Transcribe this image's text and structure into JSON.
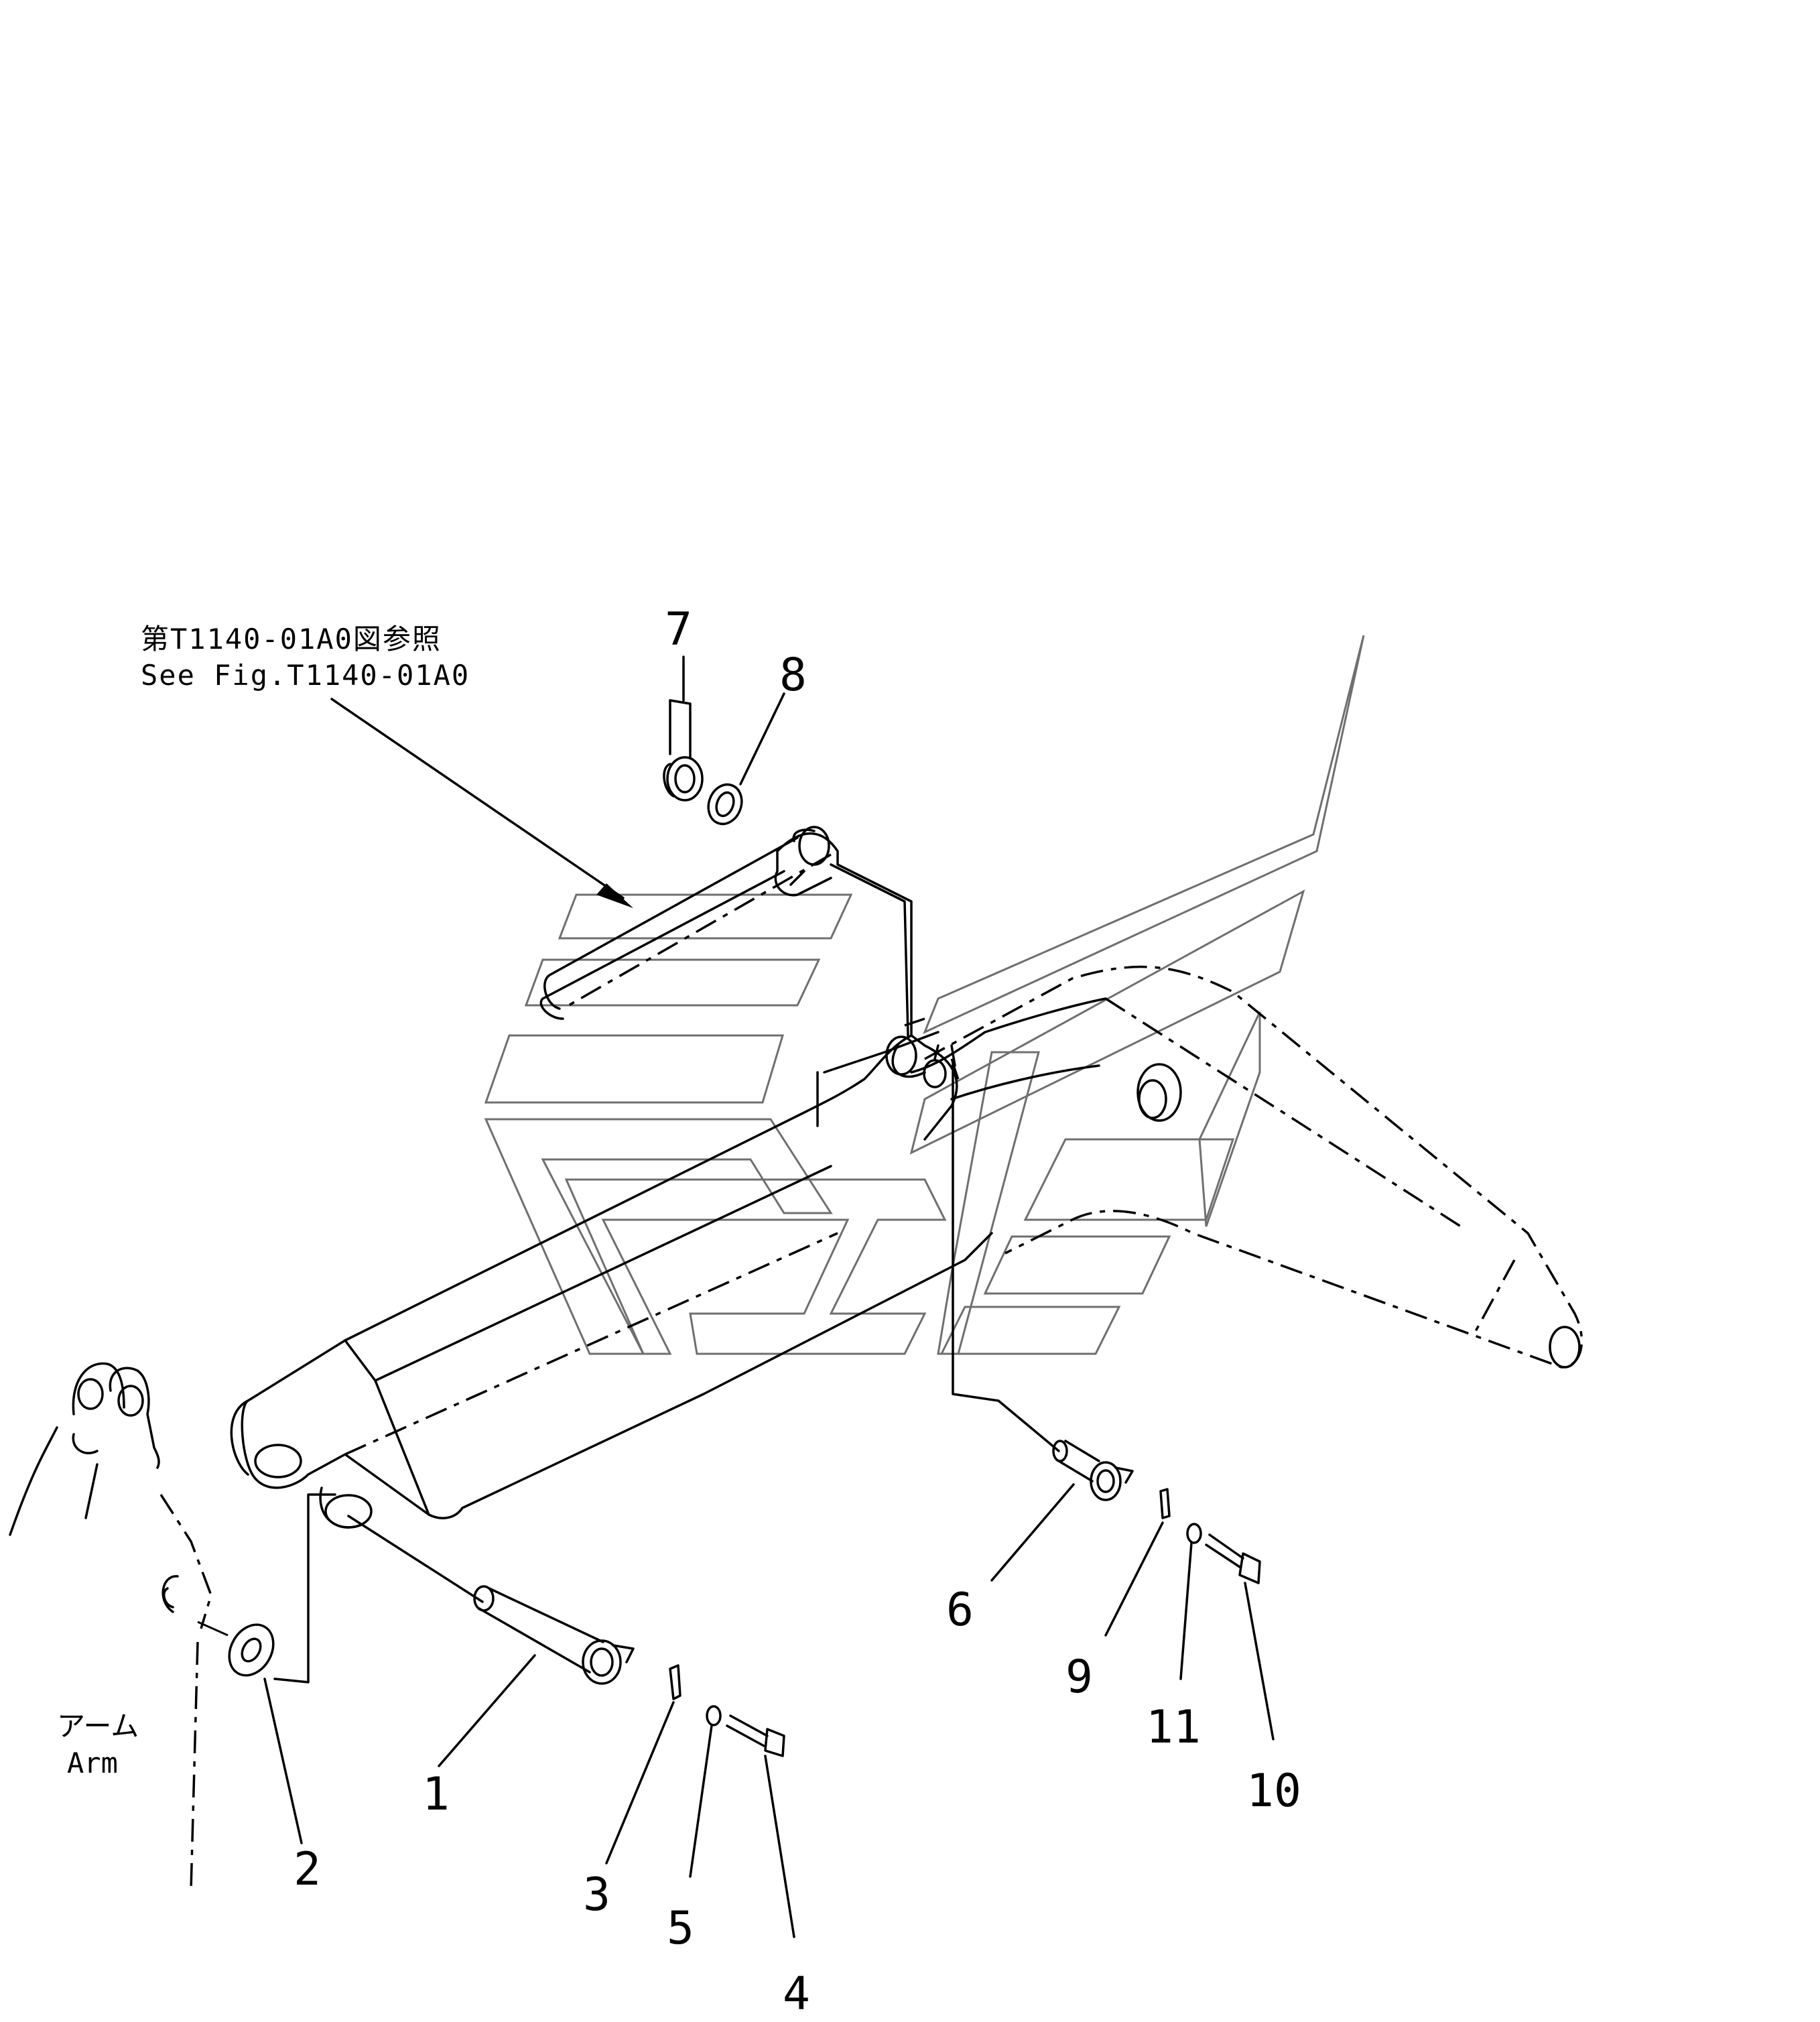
{
  "reference": {
    "line_jp": "第T1140-01A0図参照",
    "line_en": "See Fig.T1140-01A0"
  },
  "arm_label": {
    "jp": "アーム",
    "en": "Arm"
  },
  "parts": [
    {
      "number": "1"
    },
    {
      "number": "2"
    },
    {
      "number": "3"
    },
    {
      "number": "4"
    },
    {
      "number": "5"
    },
    {
      "number": "6"
    },
    {
      "number": "7"
    },
    {
      "number": "8"
    },
    {
      "number": "9"
    },
    {
      "number": "10"
    },
    {
      "number": "11"
    }
  ],
  "icons": {
    "watermark": "komatsu-logo-watermark-icon",
    "boom": "boom-outline-icon",
    "arm": "arm-outline-icon"
  }
}
